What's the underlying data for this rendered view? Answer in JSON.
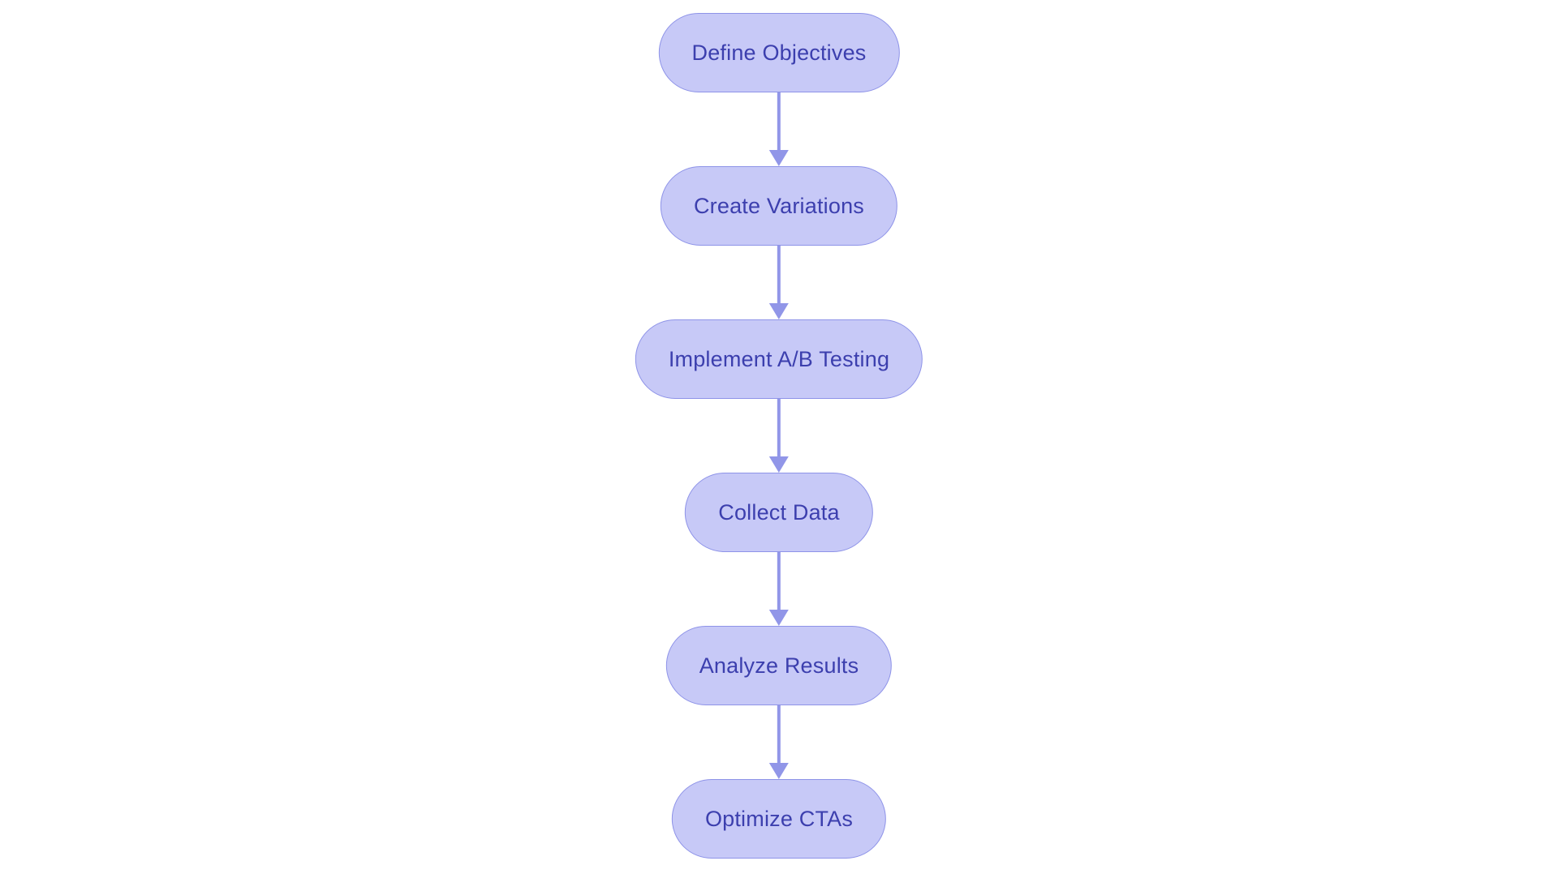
{
  "flowchart": {
    "type": "flowchart",
    "direction": "top-down",
    "colors": {
      "node_fill": "#c7c9f7",
      "node_border": "#8e93e8",
      "node_text": "#3c3fae",
      "arrow": "#9196e8",
      "background": "#ffffff"
    },
    "nodes": [
      {
        "id": "define-objectives",
        "label": "Define Objectives"
      },
      {
        "id": "create-variations",
        "label": "Create Variations"
      },
      {
        "id": "implement-ab-testing",
        "label": "Implement A/B Testing"
      },
      {
        "id": "collect-data",
        "label": "Collect Data"
      },
      {
        "id": "analyze-results",
        "label": "Analyze Results"
      },
      {
        "id": "optimize-ctas",
        "label": "Optimize CTAs"
      }
    ],
    "edges": [
      {
        "from": "define-objectives",
        "to": "create-variations"
      },
      {
        "from": "create-variations",
        "to": "implement-ab-testing"
      },
      {
        "from": "implement-ab-testing",
        "to": "collect-data"
      },
      {
        "from": "collect-data",
        "to": "analyze-results"
      },
      {
        "from": "analyze-results",
        "to": "optimize-ctas"
      }
    ]
  }
}
